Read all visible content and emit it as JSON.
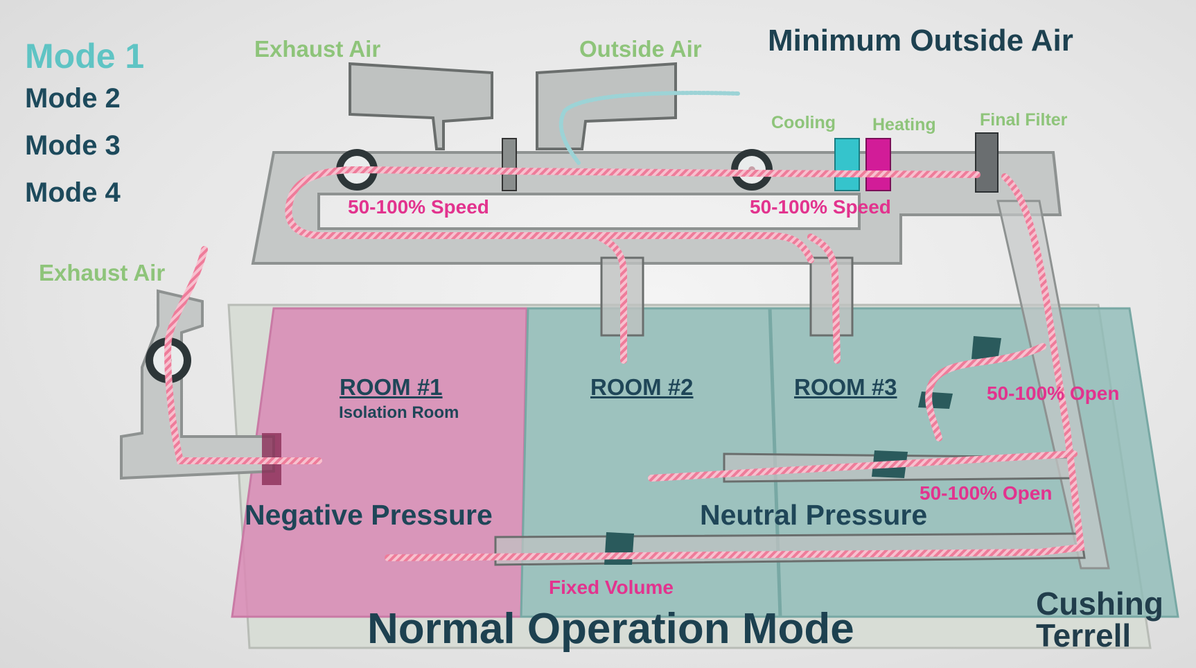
{
  "modes": {
    "mode1": "Mode 1",
    "mode2": "Mode 2",
    "mode3": "Mode 3",
    "mode4": "Mode 4",
    "active_color": "#5fc4c4"
  },
  "header_title": "Minimum Outside Air",
  "labels": {
    "exhaust_air_top": "Exhaust Air",
    "outside_air": "Outside Air",
    "exhaust_air_left": "Exhaust Air",
    "cooling": "Cooling",
    "heating": "Heating",
    "final_filter": "Final Filter",
    "speed_left": "50-100% Speed",
    "speed_right": "50-100% Speed",
    "open_upper": "50-100% Open",
    "open_lower": "50-100% Open",
    "fixed_volume": "Fixed Volume"
  },
  "rooms": {
    "room1_title": "ROOM #1",
    "room1_subtitle": "Isolation Room",
    "room2_title": "ROOM #2",
    "room3_title": "ROOM #3"
  },
  "pressures": {
    "negative": "Negative Pressure",
    "neutral": "Neutral Pressure"
  },
  "footer_title": "Normal Operation Mode",
  "logo_text": "Cushing Terrell",
  "colors": {
    "negative_room": "#d98ab5",
    "neutral_room": "#8fbcb8",
    "airflow": "#f08ca8",
    "cooling_coil": "#35c4cc",
    "heating_coil": "#d21c98"
  }
}
